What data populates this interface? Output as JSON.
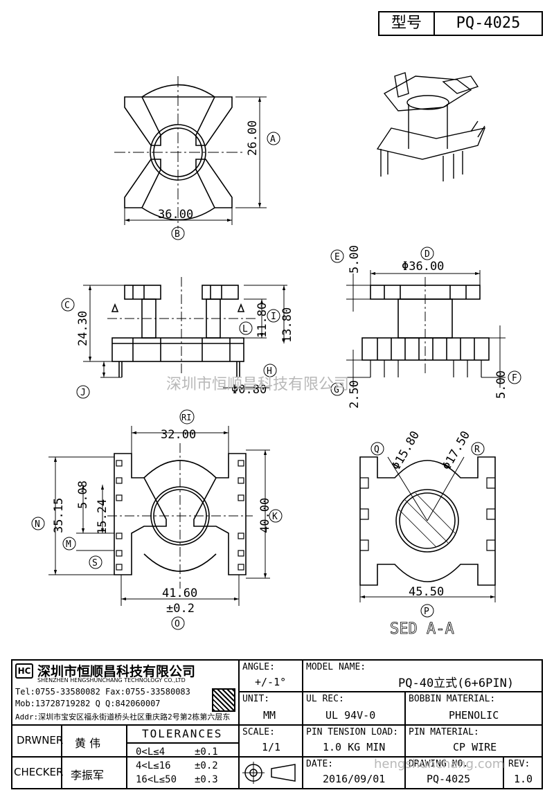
{
  "header": {
    "model_label": "型号",
    "model_value": "PQ-4025"
  },
  "watermark": "深圳市恒顺昌科技有限公司",
  "watermark_url": "hengshunchang.com",
  "views": {
    "top": {
      "dims": [
        "26.00",
        "36.00"
      ],
      "tags": [
        "A",
        "B"
      ]
    },
    "front": {
      "dims": [
        "24.30",
        "11.80",
        "13.80",
        "Φ0.80"
      ],
      "tags": [
        "C",
        "I",
        "L",
        "H",
        "J"
      ]
    },
    "side": {
      "dims": [
        "5.00",
        "Φ36.00",
        "2.50",
        "5.00"
      ],
      "tags": [
        "E",
        "D",
        "G",
        "F"
      ]
    },
    "bottom": {
      "dims": [
        "32.00",
        "35.15",
        "5.08",
        "15.24",
        "40.00",
        "41.60",
        "±0.2"
      ],
      "tags": [
        "RI",
        "N",
        "M",
        "S",
        "K",
        "O"
      ]
    },
    "section": {
      "dims": [
        "Φ15.80",
        "Φ17.50",
        "45.50"
      ],
      "tags": [
        "Q",
        "R",
        "P"
      ],
      "caption": "SED A-A"
    }
  },
  "company": {
    "name_cn": "深圳市恒顺昌科技有限公司",
    "name_en": "SHENZHEN HENGSHUNCHANG TECHNOLOGY CO.,LTD",
    "tel_fax": "Tel:0755-33580082 Fax:0755-33580083",
    "mob_qq": "Mob:13728719282    Q  Q:842060007",
    "addr": "Addr:深圳市宝安区福永街道桥头社区重庆路2号第2栋第六层东"
  },
  "title_block": {
    "angle_label": "ANGLE:",
    "angle_value": "+/-1°",
    "model_name_label": "MODEL NAME:",
    "model_name_value": "PQ-40立式(6+6PIN)",
    "unit_label": "UNIT:",
    "unit_value": "MM",
    "ul_label": "UL REC:",
    "ul_value": "UL 94V-0",
    "bobbin_label": "BOBBIN MATERIAL:",
    "bobbin_value": "PHENOLIC",
    "scale_label": "SCALE:",
    "scale_value": "1/1",
    "tension_label": "PIN TENSION LOAD:",
    "tension_value": "1.0 KG MIN",
    "pin_label": "PIN MATERIAL:",
    "pin_value": "CP WIRE",
    "date_label": "DATE:",
    "date_value": "2016/09/01",
    "drawing_label": "DRAWING NO.",
    "drawing_value": "PQ-4025",
    "rev_label": "REV:",
    "rev_value": "1.0",
    "drawer_label": "DRWNER",
    "drawer_value": "黄 伟",
    "checker_label": "CHECKER",
    "checker_value": "李振军",
    "tolerances_label": "TOLERANCES",
    "tolerances": [
      {
        "range": "0<L≤4",
        "tol": "±0.1"
      },
      {
        "range": "4<L≤16",
        "tol": "±0.2"
      },
      {
        "range": "16<L≤50",
        "tol": "±0.3"
      }
    ]
  }
}
